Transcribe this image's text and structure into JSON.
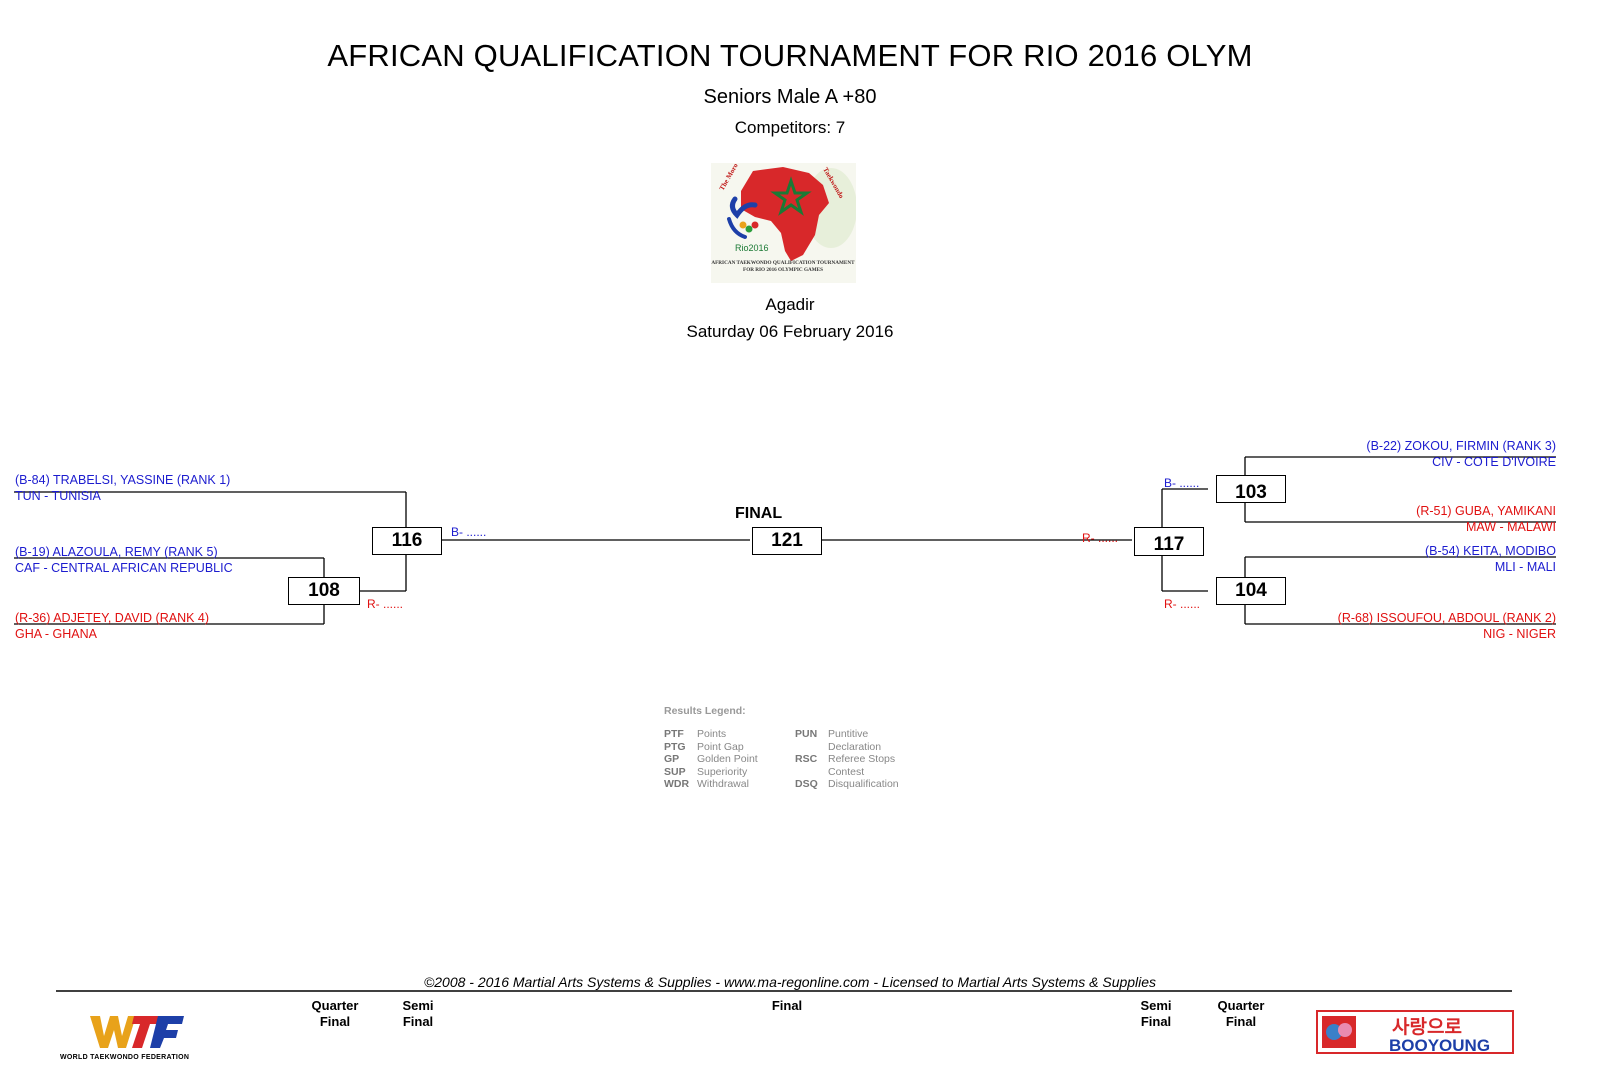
{
  "header": {
    "title": "AFRICAN QUALIFICATION TOURNAMENT FOR RIO 2016 OLYM",
    "subtitle": "Seniors Male A +80",
    "competitors": "Competitors: 7",
    "city": "Agadir",
    "date": "Saturday 06 February 2016"
  },
  "logo": {
    "arc_text_left": "The Moro",
    "arc_text_right": "Taekwondo",
    "caption_line1": "AFRICAN TAEKWONDO QUALIFICATION TOURNAMENT",
    "caption_line2": "FOR RIO 2016 OLYMPIC GAMES",
    "rio_text": "Rio2016"
  },
  "competitors_left": [
    {
      "name": "(B-84) TRABELSI, YASSINE (RANK 1)",
      "country": "TUN - TUNISIA"
    },
    {
      "name": "(B-19) ALAZOULA, REMY (RANK 5)",
      "country": "CAF - CENTRAL AFRICAN REPUBLIC"
    },
    {
      "name": "(R-36) ADJETEY, DAVID (RANK 4)",
      "country": "GHA - GHANA"
    }
  ],
  "competitors_right": [
    {
      "name": "(B-22) ZOKOU, FIRMIN (RANK 3)",
      "country": "CIV - COTE D'IVOIRE"
    },
    {
      "name": "(R-51) GUBA, YAMIKANI",
      "country": "MAW - MALAWI"
    },
    {
      "name": "(B-54) KEITA, MODIBO",
      "country": "MLI - MALI"
    },
    {
      "name": "(R-68) ISSOUFOU, ABDOUL (RANK 2)",
      "country": "NIG - NIGER"
    }
  ],
  "matches": {
    "m108": "108",
    "m116": "116",
    "m121": "121",
    "m117": "117",
    "m103": "103",
    "m104": "104"
  },
  "slots": {
    "b116": "B- ......",
    "r108": "R- ......",
    "r117": "R- ......",
    "b103": "B- ......",
    "r104": "R- ......"
  },
  "final_label": "FINAL",
  "legend": {
    "title": "Results Legend:",
    "left": [
      {
        "code": "PTF",
        "desc": "Points"
      },
      {
        "code": "PTG",
        "desc": "Point Gap"
      },
      {
        "code": "GP",
        "desc": "Golden Point"
      },
      {
        "code": "SUP",
        "desc": "Superiority"
      },
      {
        "code": "WDR",
        "desc": "Withdrawal"
      }
    ],
    "right": [
      {
        "code": "PUN",
        "desc1": "Puntitive",
        "desc2": "Declaration"
      },
      {
        "code": "RSC",
        "desc1": "Referee Stops",
        "desc2": "Contest"
      },
      {
        "code": "DSQ",
        "desc1": "Disqualification"
      }
    ]
  },
  "footer": {
    "copyright": "©2008 - 2016 Martial Arts Systems & Supplies - www.ma-regonline.com - Licensed to Martial Arts Systems & Supplies",
    "rounds": {
      "qf_left_1": "Quarter",
      "qf_left_2": "Final",
      "sf_left_1": "Semi",
      "sf_left_2": "Final",
      "final": "Final",
      "sf_right_1": "Semi",
      "sf_right_2": "Final",
      "qf_right_1": "Quarter",
      "qf_right_2": "Final"
    },
    "wtf_caption": "WORLD TAEKWONDO FEDERATION",
    "sponsor_korean": "사랑으로",
    "sponsor_name": "BOOYOUNG"
  },
  "colors": {
    "blue": "#1c1ccf",
    "red": "#e01010",
    "legend_gray": "#888888",
    "morocco_red": "#d8282a",
    "morocco_green": "#1b7a35"
  }
}
